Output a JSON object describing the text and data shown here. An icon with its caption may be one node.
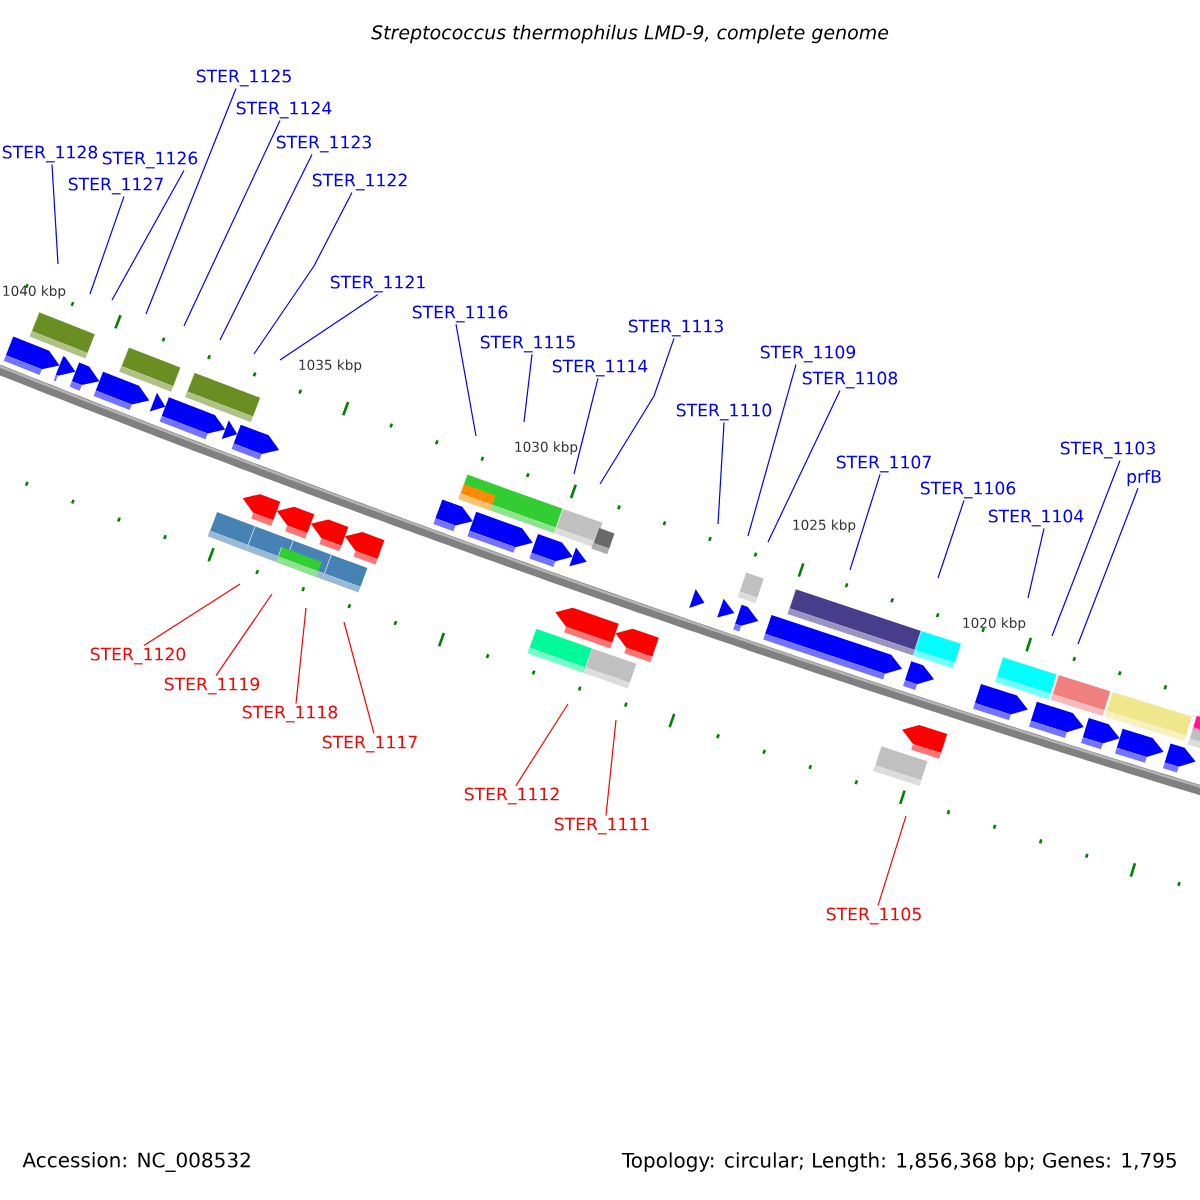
{
  "diagram": {
    "title": "Streptococcus thermophilus LMD-9, complete genome",
    "nodes": [
      {
        "text": [
          "STER_1125"
        ]
      },
      {
        "text": [
          "STER_1124"
        ]
      },
      {
        "text": [
          "STER_1128"
        ]
      },
      {
        "text": [
          "STER_1126"
        ]
      },
      {
        "text": [
          "STER_1123"
        ]
      },
      {
        "text": [
          "STER_1127"
        ]
      },
      {
        "text": [
          "STER_1122"
        ]
      },
      {
        "text": [
          "STER_1121"
        ]
      },
      {
        "text": [
          "STER_1116"
        ]
      },
      {
        "text": [
          "STER_1113"
        ]
      },
      {
        "text": [
          "STER_1115"
        ]
      },
      {
        "text": [
          "STER_1109"
        ]
      },
      {
        "text": [
          "STER_1114"
        ]
      },
      {
        "text": [
          "STER_1108"
        ]
      },
      {
        "text": [
          "STER_1110"
        ]
      },
      {
        "text": [
          "STER_1103"
        ]
      },
      {
        "text": [
          "STER_1107"
        ]
      },
      {
        "text": [
          "prfB"
        ]
      },
      {
        "text": [
          "STER_1106"
        ]
      },
      {
        "text": [
          "STER_1104"
        ]
      },
      {
        "text": [
          "STER_1120"
        ]
      },
      {
        "text": [
          "STER_1119"
        ]
      },
      {
        "text": [
          "STER_1118"
        ]
      },
      {
        "text": [
          "STER_1117"
        ]
      },
      {
        "text": [
          "STER_1112"
        ]
      },
      {
        "text": [
          "STER_1111"
        ]
      },
      {
        "text": [
          "STER_1105"
        ]
      }
    ],
    "edges": [
      {
        "from": 0,
        "to": null,
        "arrow": "none"
      },
      {
        "from": 1,
        "to": null,
        "arrow": "none"
      },
      {
        "from": 2,
        "to": null,
        "arrow": "none"
      },
      {
        "from": 3,
        "to": null,
        "arrow": "none"
      },
      {
        "from": 4,
        "to": null,
        "arrow": "none"
      },
      {
        "from": 5,
        "to": null,
        "arrow": "none"
      },
      {
        "from": 6,
        "to": null,
        "arrow": "none"
      },
      {
        "from": 7,
        "to": null,
        "arrow": "none"
      },
      {
        "from": 8,
        "to": null,
        "arrow": "none"
      },
      {
        "from": 9,
        "to": null,
        "arrow": "none"
      },
      {
        "from": 10,
        "to": null,
        "arrow": "none"
      },
      {
        "from": 11,
        "to": null,
        "arrow": "none"
      },
      {
        "from": 12,
        "to": null,
        "arrow": "none"
      },
      {
        "from": 13,
        "to": null,
        "arrow": "none"
      },
      {
        "from": 14,
        "to": null,
        "arrow": "none"
      },
      {
        "from": 15,
        "to": null,
        "arrow": "none"
      },
      {
        "from": 16,
        "to": null,
        "arrow": "none"
      },
      {
        "from": 17,
        "to": null,
        "arrow": "none"
      },
      {
        "from": 18,
        "to": null,
        "arrow": "none"
      },
      {
        "from": 19,
        "to": null,
        "arrow": "none"
      },
      {
        "from": 20,
        "to": null,
        "arrow": "none",
        "color": "#ff0000"
      },
      {
        "from": 21,
        "to": null,
        "arrow": "none",
        "color": "#ff0000"
      },
      {
        "from": 22,
        "to": null,
        "arrow": "none",
        "color": "#ff0000"
      },
      {
        "from": 23,
        "to": null,
        "arrow": "none",
        "color": "#ff0000"
      },
      {
        "from": 24,
        "to": null,
        "arrow": "none",
        "color": "#ff0000"
      },
      {
        "from": 25,
        "to": null,
        "arrow": "none",
        "color": "#ff0000"
      },
      {
        "from": 26,
        "to": null,
        "arrow": "none",
        "color": "#ff0000"
      }
    ],
    "labels": [
      "1040 kbp",
      "1035 kbp",
      "1030 kbp",
      "1025 kbp",
      "1020 kbp",
      "Accession: NC_008532",
      "Topology: circular; Length: 1,856,368 bp; Genes: 1,795"
    ]
  }
}
